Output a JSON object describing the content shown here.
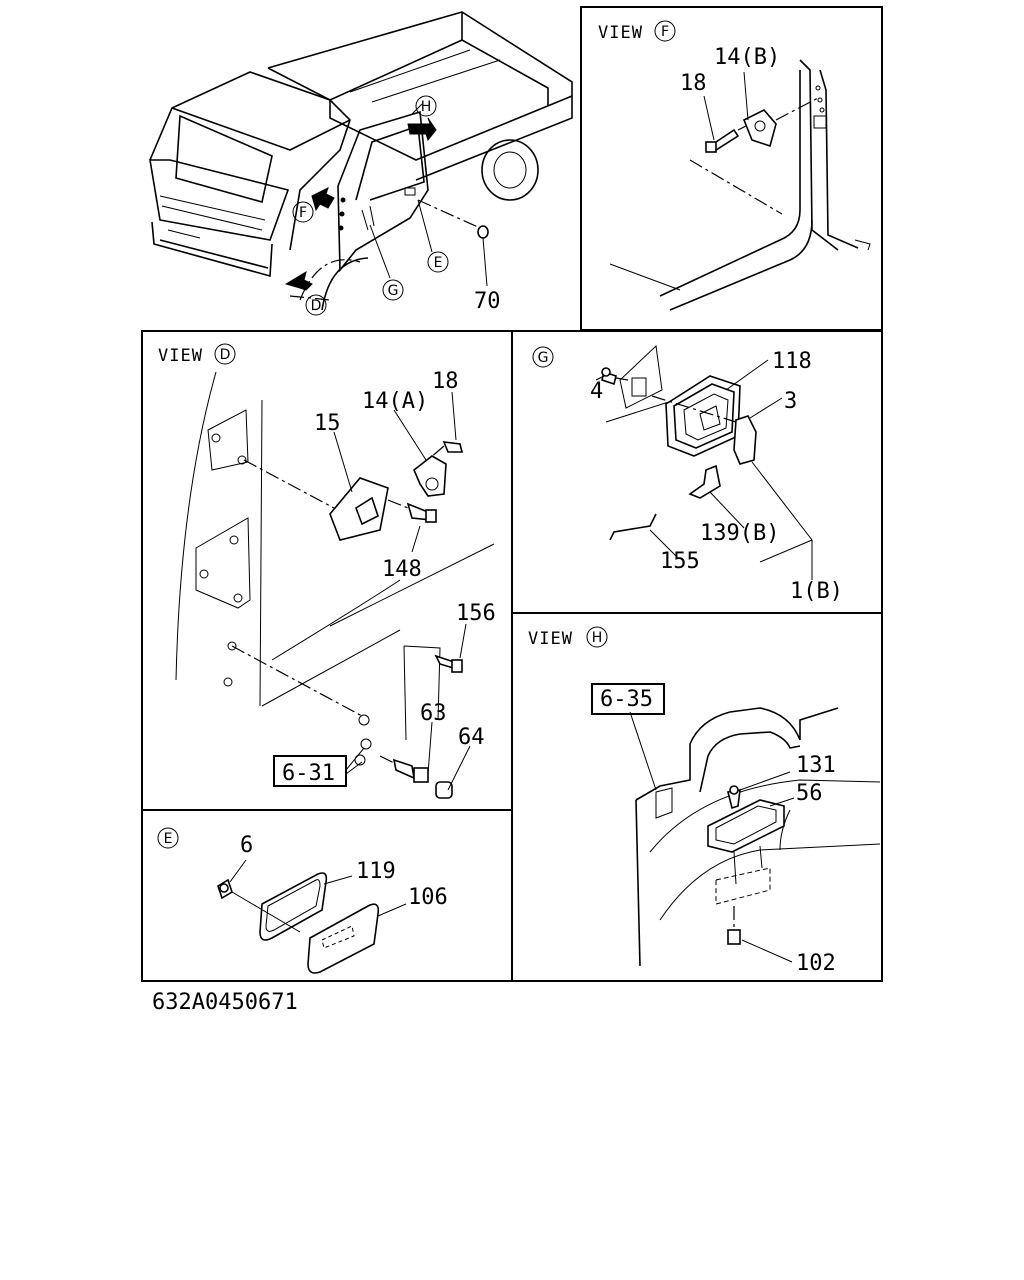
{
  "drawing_number": "632A0450671",
  "views": {
    "F": {
      "title": "VIEW",
      "circle": "F"
    },
    "D": {
      "title": "VIEW",
      "circle": "D"
    },
    "H": {
      "title": "VIEW",
      "circle": "H"
    }
  },
  "sections": {
    "G": "G",
    "E": "E"
  },
  "overview": {
    "callouts": [
      "F",
      "H",
      "D",
      "G",
      "E"
    ],
    "part_70": "70"
  },
  "view_f_parts": {
    "p14b": "14(B)",
    "p18": "18"
  },
  "view_d_parts": {
    "p15": "15",
    "p14a": "14(A)",
    "p18": "18",
    "p148": "148",
    "p156": "156",
    "p63": "63",
    "p64": "64",
    "ref": "6-31"
  },
  "section_g_parts": {
    "p4": "4",
    "p118": "118",
    "p3": "3",
    "p139b": "139(B)",
    "p155": "155",
    "p1b": "1(B)"
  },
  "section_e_parts": {
    "p6": "6",
    "p119": "119",
    "p106": "106"
  },
  "view_h_parts": {
    "ref": "6-35",
    "p131": "131",
    "p56": "56",
    "p102": "102"
  }
}
